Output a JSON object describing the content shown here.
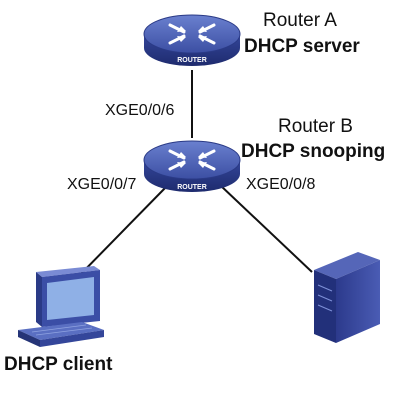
{
  "routers": {
    "a": {
      "name": "Router A",
      "role": "DHCP server",
      "badge": "ROUTER"
    },
    "b": {
      "name": "Router B",
      "role": "DHCP snooping",
      "badge": "ROUTER"
    }
  },
  "ports": {
    "ab": "XGE0/0/6",
    "b_client": "XGE0/0/7",
    "b_server": "XGE0/0/8"
  },
  "client": {
    "label": "DHCP client"
  },
  "colors": {
    "device_top": "#4a5fb3",
    "device_side": "#2a3a86",
    "link": "#111111",
    "label_text": "#111111"
  },
  "icons": {
    "router": "router-icon",
    "client": "desktop-computer-icon",
    "server": "server-tower-icon"
  }
}
